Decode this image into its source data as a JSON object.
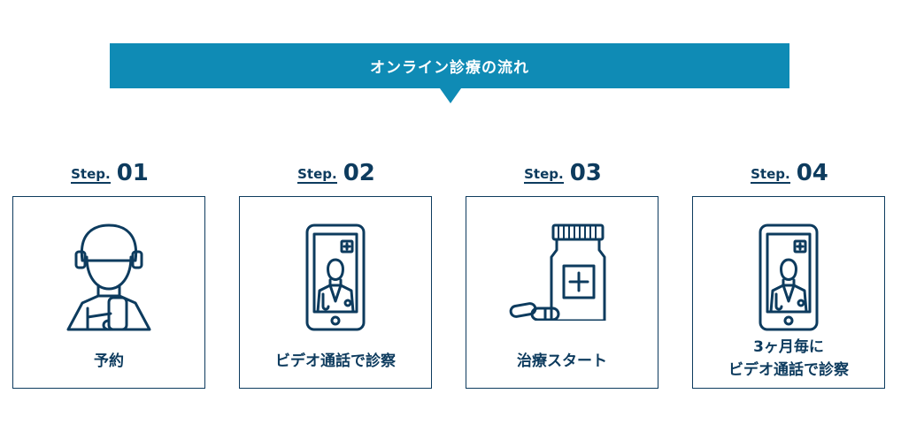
{
  "banner": {
    "title": "オンライン診療の流れ"
  },
  "steps": [
    {
      "word": "Step.",
      "number": "01",
      "caption": "予約",
      "icon": "user-with-phone-icon"
    },
    {
      "word": "Step.",
      "number": "02",
      "caption": "ビデオ通話で診察",
      "icon": "video-call-doctor-icon"
    },
    {
      "word": "Step.",
      "number": "03",
      "caption": "治療スタート",
      "icon": "medicine-bottle-icon"
    },
    {
      "word": "Step.",
      "number": "04",
      "caption_line1": "3ヶ月毎に",
      "caption_line2": "ビデオ通話で診察",
      "icon": "video-call-doctor-icon"
    }
  ],
  "colors": {
    "accent": "#0f8bb5",
    "navy": "#0d3b5e"
  }
}
